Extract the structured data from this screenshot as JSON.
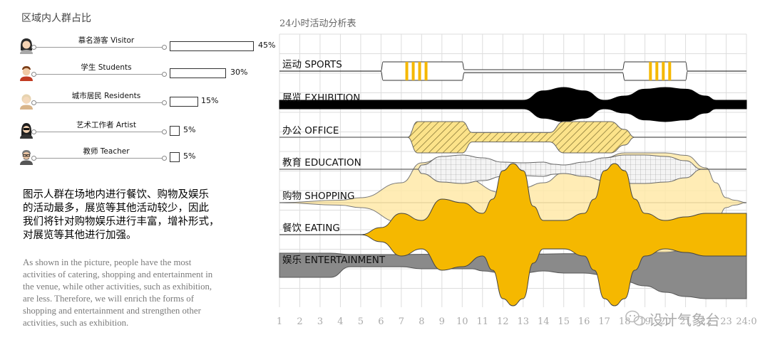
{
  "population": {
    "title": "区域内人群占比",
    "groups": [
      {
        "label": "慕名游客 Visitor",
        "percent_text": "45%",
        "value": 45,
        "avatar": "visitor-avatar-icon"
      },
      {
        "label": "学生 Students",
        "percent_text": "30%",
        "value": 30,
        "avatar": "student-avatar-icon"
      },
      {
        "label": "城市居民 Residents",
        "percent_text": "15%",
        "value": 15,
        "avatar": "resident-avatar-icon"
      },
      {
        "label": "艺术工作者 Artist",
        "percent_text": "5%",
        "value": 5,
        "avatar": "artist-avatar-icon"
      },
      {
        "label": "教师 Teacher",
        "percent_text": "5%",
        "value": 5,
        "avatar": "teacher-avatar-icon"
      }
    ]
  },
  "description": {
    "zh": [
      "图示人群在场地内进行餐饮、购物及娱乐",
      "的活动最多，展览等其他活动较少，因此",
      "我们将针对购物娱乐进行丰富，增补形式，",
      "对展览等其他进行加强。"
    ],
    "en": [
      "As shown in the picture, people have the most",
      "activities of catering, shopping and entertainment in",
      "the venue, while other activities, such as exhibition,",
      "are less. Therefore, we will enrich the forms of",
      "shopping and entertainment and strengthen other",
      "activities, such as exhibition."
    ]
  },
  "watermark": "设计气象台",
  "chart_data": {
    "type": "area",
    "title": "24小时活动分析表",
    "x_ticks": [
      "1",
      "2",
      "3",
      "4",
      "5",
      "6",
      "7",
      "8",
      "9",
      "10",
      "11",
      "12",
      "13",
      "14",
      "15",
      "16",
      "17",
      "18",
      "19",
      "20",
      "21",
      "22",
      "23",
      "24:0"
    ],
    "xlim": [
      1,
      24
    ],
    "grid": true,
    "colors": {
      "gold": "#F5B800",
      "light_yellow": "#FFE9A8",
      "pale_yellow": "#FCE38A",
      "black": "#000000",
      "gray": "#8A8A8A",
      "light_gray": "#F0F0F0",
      "grid": "#DDDDDD"
    },
    "series": [
      {
        "name": "运动 SPORTS",
        "style": "outline-stripes",
        "values": [
          [
            1,
            0
          ],
          [
            6,
            0
          ],
          [
            6.1,
            1
          ],
          [
            10,
            1
          ],
          [
            10.1,
            0.15
          ],
          [
            17.9,
            0.15
          ],
          [
            18,
            1
          ],
          [
            21,
            1
          ],
          [
            21.1,
            0
          ],
          [
            24,
            0
          ]
        ]
      },
      {
        "name": "展览 EXHIBITION",
        "style": "black",
        "values": [
          [
            1,
            0.25
          ],
          [
            13,
            0.25
          ],
          [
            14,
            0.8
          ],
          [
            15,
            1
          ],
          [
            16,
            0.8
          ],
          [
            17,
            0.25
          ],
          [
            18,
            0.5
          ],
          [
            19,
            0.9
          ],
          [
            20,
            1
          ],
          [
            21,
            0.9
          ],
          [
            22,
            0.5
          ],
          [
            22.5,
            0.25
          ],
          [
            24,
            0.25
          ]
        ]
      },
      {
        "name": "办公 OFFICE",
        "style": "hatch",
        "values": [
          [
            1,
            0
          ],
          [
            7.3,
            0
          ],
          [
            7.8,
            1
          ],
          [
            10,
            1
          ],
          [
            10.5,
            0.3
          ],
          [
            11,
            0.3
          ],
          [
            11.5,
            0.3
          ],
          [
            12,
            0.3
          ],
          [
            13,
            0.3
          ],
          [
            14.3,
            0.3
          ],
          [
            15,
            1
          ],
          [
            17.3,
            1
          ],
          [
            18,
            0.5
          ],
          [
            18.5,
            0
          ]
        ]
      },
      {
        "name": "教育 EDUCATION",
        "style": "grid-pattern",
        "values": [
          [
            1,
            0
          ],
          [
            7.8,
            0
          ],
          [
            8,
            0.3
          ],
          [
            9,
            0.9
          ],
          [
            10,
            1
          ],
          [
            11,
            0.8
          ],
          [
            12,
            0.5
          ],
          [
            13,
            0.45
          ],
          [
            14,
            0.5
          ],
          [
            14.5,
            0.35
          ],
          [
            15,
            0.3
          ],
          [
            16,
            0.5
          ],
          [
            17,
            0.8
          ],
          [
            18,
            1
          ],
          [
            19,
            1
          ],
          [
            20,
            0.9
          ],
          [
            21,
            0.6
          ],
          [
            21.8,
            0
          ]
        ]
      },
      {
        "name": "购物 SHOPPING",
        "style": "light-yellow",
        "values": [
          [
            1,
            0
          ],
          [
            4,
            0.05
          ],
          [
            5,
            0.1
          ],
          [
            7,
            0.4
          ],
          [
            8,
            0.8
          ],
          [
            9,
            0.9
          ],
          [
            10,
            0.5
          ],
          [
            12,
            0.2
          ],
          [
            13,
            0.3
          ],
          [
            14,
            0.4
          ],
          [
            15,
            0.6
          ],
          [
            16,
            0.75
          ],
          [
            17,
            0.9
          ],
          [
            18,
            1
          ],
          [
            19,
            1
          ],
          [
            20,
            1
          ],
          [
            21,
            0.95
          ],
          [
            22,
            0.7
          ],
          [
            22.5,
            0.4
          ],
          [
            23,
            0.1
          ],
          [
            23.4,
            0.05
          ],
          [
            24,
            0
          ]
        ]
      },
      {
        "name": "餐饮 EATING",
        "style": "gold",
        "values": [
          [
            1,
            0
          ],
          [
            5,
            0
          ],
          [
            6,
            0.1
          ],
          [
            7,
            0.3
          ],
          [
            8,
            0.2
          ],
          [
            9,
            0.5
          ],
          [
            10,
            0.45
          ],
          [
            11,
            0.3
          ],
          [
            11.5,
            0.5
          ],
          [
            12,
            0.9
          ],
          [
            12.5,
            1
          ],
          [
            13,
            0.9
          ],
          [
            13.5,
            0.4
          ],
          [
            14,
            0.2
          ],
          [
            15,
            0.2
          ],
          [
            16,
            0.3
          ],
          [
            16.5,
            0.5
          ],
          [
            17,
            0.9
          ],
          [
            17.5,
            1
          ],
          [
            18,
            0.9
          ],
          [
            18.5,
            0.5
          ],
          [
            19,
            0.3
          ],
          [
            20,
            0.2
          ],
          [
            21,
            0.25
          ],
          [
            22,
            0.3
          ],
          [
            23,
            0.3
          ],
          [
            24,
            0.3
          ]
        ]
      },
      {
        "name": "娱乐 ENTERTAINMENT",
        "style": "gray",
        "values": [
          [
            1,
            0.5
          ],
          [
            3.5,
            0.5
          ],
          [
            4.5,
            0.25
          ],
          [
            7,
            0.25
          ],
          [
            8,
            0.3
          ],
          [
            9,
            0.3
          ],
          [
            10.5,
            0.3
          ],
          [
            11,
            0.35
          ],
          [
            12,
            0.4
          ],
          [
            13,
            0.4
          ],
          [
            14,
            0.35
          ],
          [
            15,
            0.4
          ],
          [
            16,
            0.4
          ],
          [
            17,
            0.45
          ],
          [
            18,
            0.6
          ],
          [
            19,
            0.7
          ],
          [
            20,
            0.85
          ],
          [
            21,
            0.95
          ],
          [
            22,
            1
          ],
          [
            23,
            1
          ],
          [
            24,
            1
          ]
        ]
      }
    ]
  }
}
